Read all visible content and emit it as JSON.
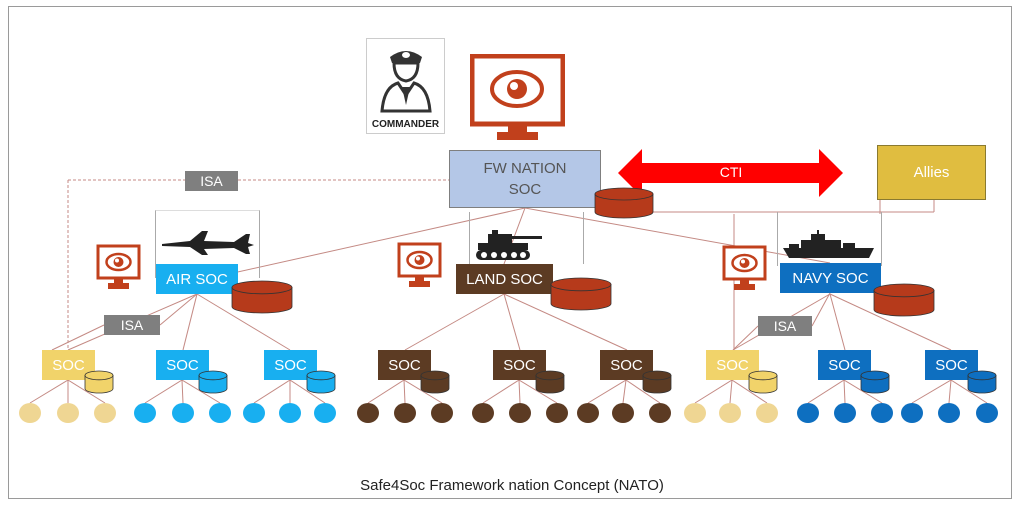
{
  "commander": {
    "label": "COMMANDER"
  },
  "nation_soc": {
    "label": "FW NATION SOC"
  },
  "cti": {
    "label": "CTI"
  },
  "allies": {
    "label": "Allies"
  },
  "isa_labels": [
    "ISA",
    "ISA",
    "ISA"
  ],
  "branches": {
    "air": {
      "label": "AIR SOC"
    },
    "land": {
      "label": "LAND SOC"
    },
    "navy": {
      "label": "NAVY SOC"
    }
  },
  "soc_label": "SOC",
  "caption": "Safe4Soc Framework nation Concept (NATO)",
  "colors": {
    "nation": "#b4c7e7",
    "cti": "#ff0000",
    "allies": "#e0bd40",
    "air": "#18aff0",
    "land": "#5c3b23",
    "navy": "#0e6fc0",
    "yellow": "#f1d36a",
    "node_yellow": "#efd693",
    "isa": "#7f7f7f",
    "db": "#b63a1b",
    "monitor": "#c1401c",
    "wire": "#c48a84"
  }
}
